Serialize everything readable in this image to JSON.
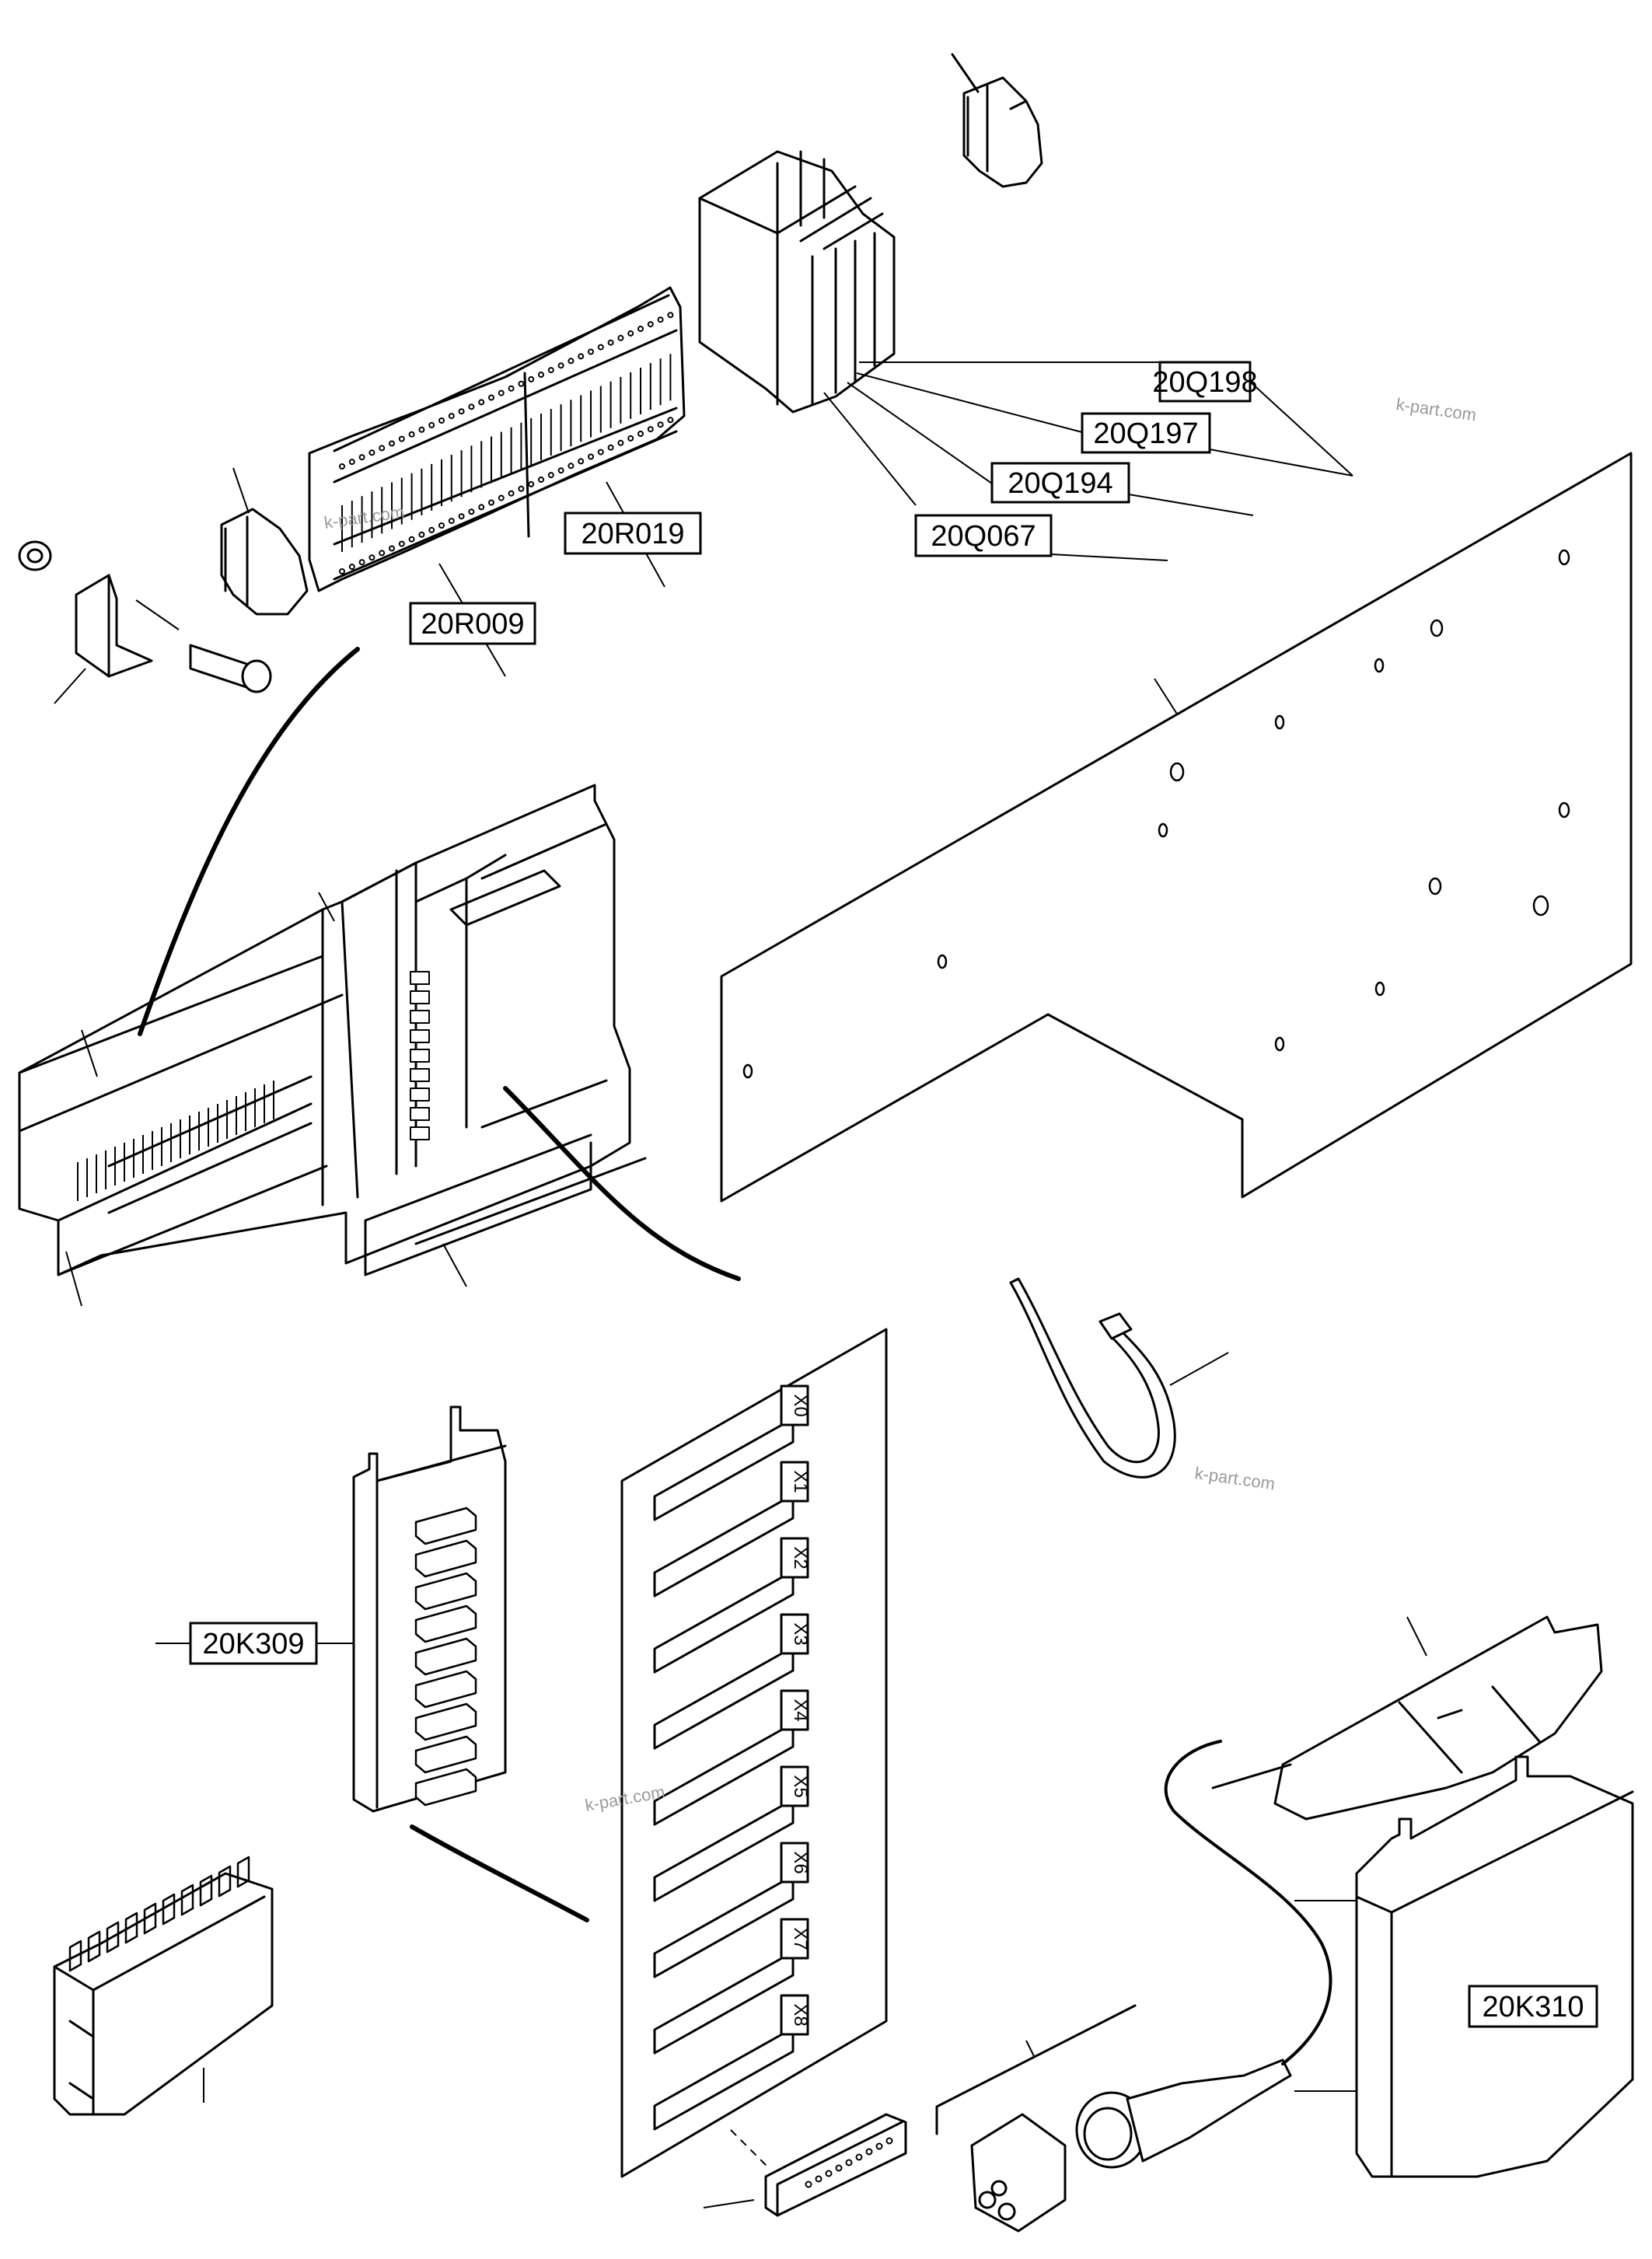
{
  "labels": {
    "q198": "20Q198",
    "q197": "20Q197",
    "q194": "20Q194",
    "q067": "20Q067",
    "r019": "20R019",
    "r009": "20R009",
    "k309": "20K309",
    "k310": "20K310"
  },
  "connector_strip": [
    "X0",
    "X1",
    "X2",
    "X3",
    "X4",
    "X5",
    "X6",
    "X7",
    "X8"
  ],
  "watermarks": [
    "k-part.com",
    "k-part.com",
    "k-part.com",
    "k-part.com"
  ]
}
